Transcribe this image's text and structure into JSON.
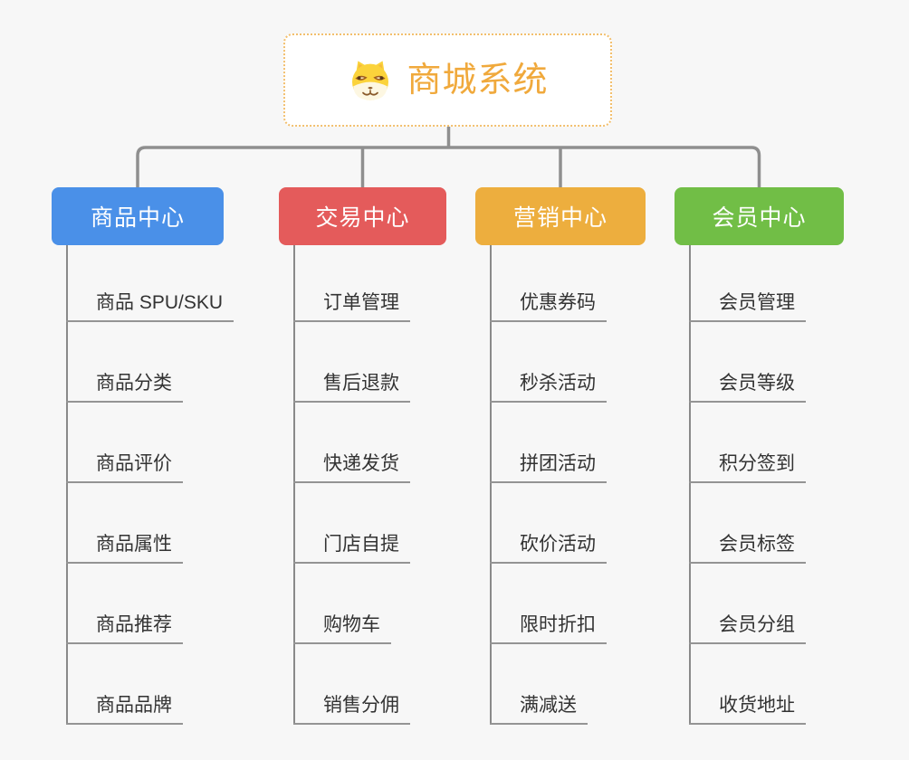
{
  "root": {
    "title": "商城系统",
    "icon": "doge-icon",
    "text_color": "#F0A93C",
    "border_color": "#F2BF6D"
  },
  "connector_color": "#8F8F8F",
  "line_color": "#949494",
  "background_color": "#F7F7F7",
  "branches": [
    {
      "label": "商品中心",
      "color": "#4A90E8",
      "items": [
        "商品 SPU/SKU",
        "商品分类",
        "商品评价",
        "商品属性",
        "商品推荐",
        "商品品牌"
      ]
    },
    {
      "label": "交易中心",
      "color": "#E45B5B",
      "items": [
        "订单管理",
        "售后退款",
        "快递发货",
        "门店自提",
        "购物车",
        "销售分佣"
      ]
    },
    {
      "label": "营销中心",
      "color": "#EDAE3E",
      "items": [
        "优惠券码",
        "秒杀活动",
        "拼团活动",
        "砍价活动",
        "限时折扣",
        "满减送"
      ]
    },
    {
      "label": "会员中心",
      "color": "#71BE46",
      "items": [
        "会员管理",
        "会员等级",
        "积分签到",
        "会员标签",
        "会员分组",
        "收货地址"
      ]
    }
  ]
}
